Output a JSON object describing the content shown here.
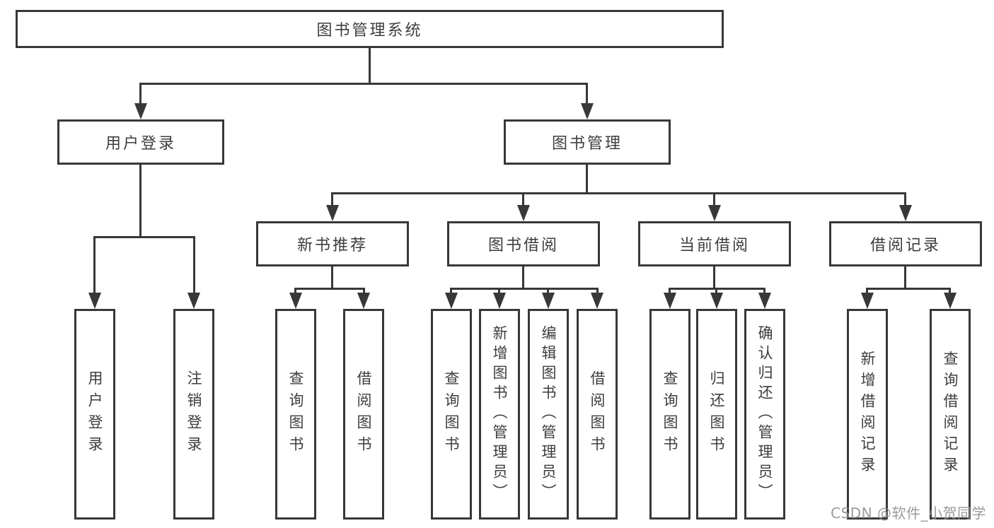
{
  "diagram": {
    "root": {
      "label": "图书管理系统"
    },
    "level1": [
      {
        "label": "用户登录"
      },
      {
        "label": "图书管理"
      }
    ],
    "level2": [
      {
        "label": "新书推荐"
      },
      {
        "label": "图书借阅"
      },
      {
        "label": "当前借阅"
      },
      {
        "label": "借阅记录"
      }
    ],
    "leaves": [
      {
        "label": "用户登录"
      },
      {
        "label": "注销登录"
      },
      {
        "label": "查询图书"
      },
      {
        "label": "借阅图书"
      },
      {
        "label": "查询图书"
      },
      {
        "label": "新增图书（管理员）"
      },
      {
        "label": "编辑图书（管理员）"
      },
      {
        "label": "借阅图书"
      },
      {
        "label": "查询图书"
      },
      {
        "label": "归还图书"
      },
      {
        "label": "确认归还（管理员）"
      },
      {
        "label": "新增借阅记录"
      },
      {
        "label": "查询借阅记录"
      }
    ]
  },
  "watermark": {
    "text": "CSDN @软件_小贺同学"
  },
  "colors": {
    "line": "#383838",
    "text": "#3d3d3d",
    "watermark": "#929292",
    "background": "#ffffff"
  }
}
